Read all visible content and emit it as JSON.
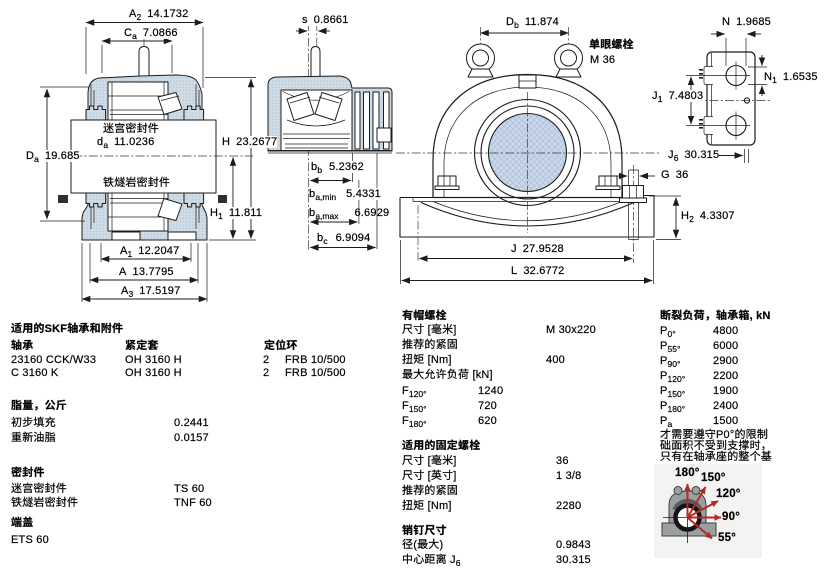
{
  "colors": {
    "housing_fill": "#cfdbe5",
    "housing_dot": "#a9bfd0",
    "bore_fill": "#c9d7e9",
    "bore_hatch": "#a5bad4",
    "line": "#1c1c1c",
    "arrow_red": "#b52a24",
    "silhouette_grey": "#9aa0a2"
  },
  "drawings": {
    "side_section": {
      "labyrinth_seal": "迷宫密封件",
      "taconite_seal": "铁燧岩密封件",
      "dims": {
        "a2": {
          "sym": "A",
          "sub": "2",
          "value": "14.1732"
        },
        "ca": {
          "sym": "C",
          "sub": "a",
          "value": "7.0866"
        },
        "da": {
          "sym": "d",
          "sub": "a",
          "value": "11.0236"
        },
        "Da": {
          "sym": "D",
          "sub": "a",
          "value": "19.685"
        },
        "h": {
          "sym": "H",
          "sub": "",
          "value": "23.2677"
        },
        "h1": {
          "sym": "H",
          "sub": "1",
          "value": "11.811"
        },
        "a1": {
          "sym": "A",
          "sub": "1",
          "value": "12.2047"
        },
        "a": {
          "sym": "A",
          "sub": "",
          "value": "13.7795"
        },
        "a3": {
          "sym": "A",
          "sub": "3",
          "value": "17.5197"
        }
      }
    },
    "half_section": {
      "dims": {
        "s": {
          "sym": "s",
          "sub": "",
          "value": "0.8661"
        },
        "bb": {
          "sym": "b",
          "sub": "b",
          "value": "5.2362"
        },
        "bamin": {
          "sym": "b",
          "sub": "a,min",
          "value": "5.4331"
        },
        "bamax": {
          "sym": "b",
          "sub": "a,max",
          "value": "6.6929"
        },
        "bc": {
          "sym": "b",
          "sub": "c",
          "value": "6.9094"
        }
      }
    },
    "front_view": {
      "eye_bolt_title": "单眼螺栓",
      "eye_bolt_size": "M 36",
      "dims": {
        "db": {
          "sym": "D",
          "sub": "b",
          "value": "11.874"
        },
        "g": {
          "sym": "G",
          "sub": "",
          "value": "36"
        },
        "h2": {
          "sym": "H",
          "sub": "2",
          "value": "4.3307"
        },
        "j": {
          "sym": "J",
          "sub": "",
          "value": "27.9528"
        },
        "l": {
          "sym": "L",
          "sub": "",
          "value": "32.6772"
        }
      }
    },
    "base_plan": {
      "dims": {
        "n": {
          "sym": "N",
          "sub": "",
          "value": "1.9685"
        },
        "n1": {
          "sym": "N",
          "sub": "1",
          "value": "1.6535"
        },
        "j1": {
          "sym": "J",
          "sub": "1",
          "value": "7.4803"
        },
        "j6": {
          "sym": "J",
          "sub": "6",
          "value": "30.315"
        }
      }
    }
  },
  "specs": {
    "bearings": {
      "title": "适用的SKF轴承和附件",
      "col_bearing": "轴承",
      "col_sleeve": "紧定套",
      "col_ring": "定位环",
      "rows": [
        {
          "bearing": "23160 CCK/W33",
          "sleeve": "OH 3160 H",
          "ring_qty": "2",
          "ring": "FRB 10/500"
        },
        {
          "bearing": "C 3160 K",
          "sleeve": "OH 3160 H",
          "ring_qty": "2",
          "ring": "FRB 10/500"
        }
      ]
    },
    "grease": {
      "title": "脂量，公斤",
      "rows": [
        {
          "label": "初步填充",
          "value": "0.2441"
        },
        {
          "label": "重新油脂",
          "value": "0.0157"
        }
      ]
    },
    "seals": {
      "title": "密封件",
      "rows": [
        {
          "label": "迷宫密封件",
          "value": "TS 60"
        },
        {
          "label": "铁燧岩密封件",
          "value": "TNF 60"
        }
      ]
    },
    "end_cover": {
      "title": "端盖",
      "value": "ETS 60"
    },
    "cap_bolts": {
      "title": "有帽螺栓",
      "size_label": "尺寸 [毫米]",
      "size": "M 30x220",
      "tighten_label": "推荐的紧固",
      "torque_label": "扭矩 [Nm]",
      "torque": "400",
      "max_load_label": "最大允许负荷 [kN]",
      "loads": [
        {
          "sym": "F",
          "sub": "120°",
          "value": "1240"
        },
        {
          "sym": "F",
          "sub": "150°",
          "value": "720"
        },
        {
          "sym": "F",
          "sub": "180°",
          "value": "620"
        }
      ]
    },
    "attach_bolts": {
      "title": "适用的固定螺栓",
      "size_mm_label": "尺寸 [毫米]",
      "size_mm": "36",
      "size_in_label": "尺寸 [英寸]",
      "size_in": "1 3/8",
      "tighten_label": "推荐的紧固",
      "torque_label": "扭矩 [Nm]",
      "torque": "2280"
    },
    "pins": {
      "title": "销钉尺寸",
      "dia_label": "径(最大)",
      "dia": "0.9843",
      "cc_label": "中心距离 J",
      "cc_sub": "6",
      "cc": "30.315"
    },
    "breaking_loads": {
      "title": "断裂负荷，轴承箱, kN",
      "rows": [
        {
          "sym": "P",
          "sub": "0°",
          "value": "4800"
        },
        {
          "sym": "P",
          "sub": "55°",
          "value": "6000"
        },
        {
          "sym": "P",
          "sub": "90°",
          "value": "2900"
        },
        {
          "sym": "P",
          "sub": "120°",
          "value": "2200"
        },
        {
          "sym": "P",
          "sub": "150°",
          "value": "1900"
        },
        {
          "sym": "P",
          "sub": "180°",
          "value": "2400"
        },
        {
          "sym": "P",
          "sub": "a",
          "value": "1500"
        }
      ],
      "note_lines": [
        "才需要遵守P0°的限制",
        "础面积不受到支撑时，",
        "只有在轴承座的整个基"
      ],
      "angle_labels": [
        "180°",
        "150°",
        "120°",
        "90°",
        "55°"
      ]
    }
  }
}
